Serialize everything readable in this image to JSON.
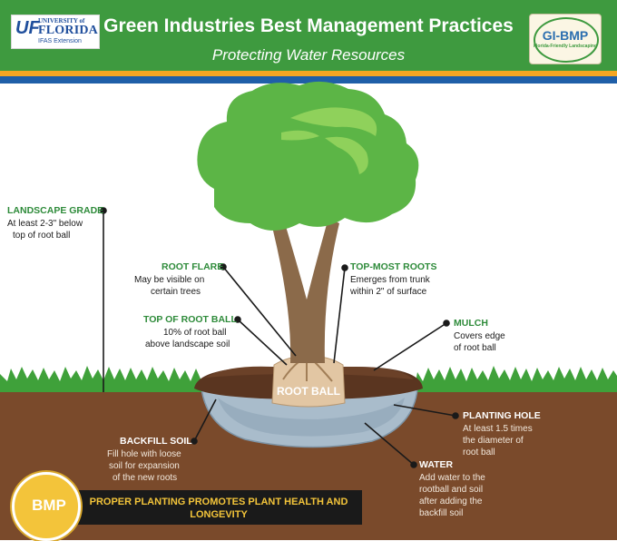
{
  "header": {
    "title": "Green Industries Best Management Practices",
    "subtitle": "Protecting Water Resources",
    "uf_logo": {
      "mark": "UF",
      "university": "UNIVERSITY of",
      "name": "FLORIDA",
      "unit": "IFAS Extension"
    },
    "gibmp_logo": {
      "name": "GI-BMP",
      "tagline": "Florida-Friendly Landscaping"
    }
  },
  "labels": {
    "landscape_grade": {
      "title": "LANDSCAPE GRADE",
      "lines": [
        "At least 2-3\" below",
        "top of root ball"
      ]
    },
    "root_flare": {
      "title": "ROOT FLARE",
      "lines": [
        "May be visible on",
        "certain trees"
      ]
    },
    "top_most_roots": {
      "title": "TOP-MOST ROOTS",
      "lines": [
        "Emerges from trunk",
        "within 2\" of surface"
      ]
    },
    "top_of_root_ball": {
      "title": "TOP OF ROOT BALL",
      "lines": [
        "10% of root ball",
        "above landscape soil"
      ]
    },
    "mulch": {
      "title": "MULCH",
      "lines": [
        "Covers edge",
        "of root ball"
      ]
    },
    "root_ball": {
      "title": "ROOT BALL"
    },
    "planting_hole": {
      "title": "PLANTING HOLE",
      "lines": [
        "At least 1.5 times",
        "the diameter of",
        "root ball"
      ]
    },
    "backfill_soil": {
      "title": "BACKFILL SOIL",
      "lines": [
        "Fill hole with loose",
        "soil for expansion",
        "of the new roots"
      ]
    },
    "water": {
      "title": "WATER",
      "lines": [
        "Add water to the",
        "rootball and soil",
        "after adding the",
        "backfill soil"
      ]
    }
  },
  "footer": {
    "badge": "BMP",
    "banner_line1": "PROPER PLANTING  PROMOTES PLANT HEALTH AND",
    "banner_line2": "LONGEVITY"
  },
  "colors": {
    "header_green": "#3e9a3f",
    "stripe_orange": "#f5a623",
    "stripe_blue": "#1f5fa8",
    "canopy": "#5cb546",
    "trunk": "#8b6a4a",
    "soil": "#7a4a2b",
    "water": "#a9bccb",
    "label_green": "#2e8b3a"
  }
}
